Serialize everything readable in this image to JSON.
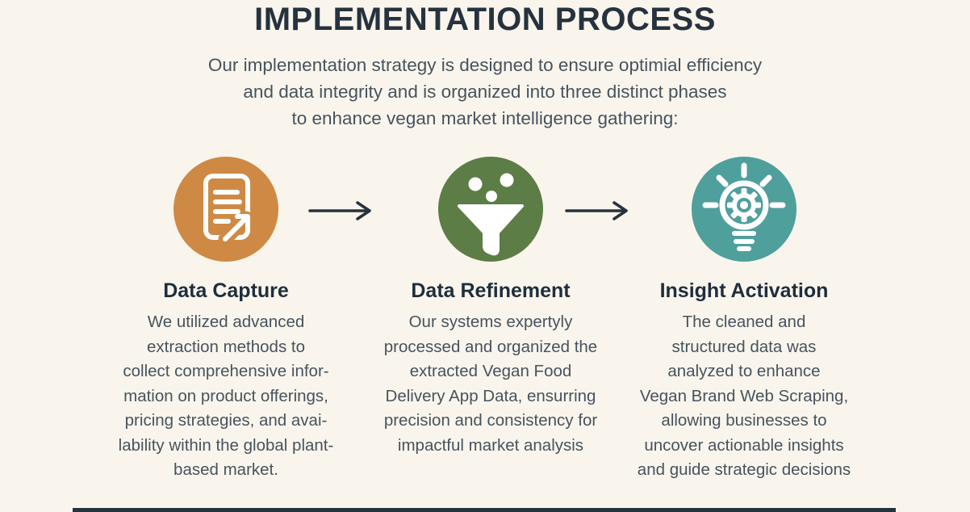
{
  "page": {
    "title": "IMPLEMENTATION PROCESS",
    "subtitle": "Our implementation strategy is designed to ensure optimial efficiency\nand data integrity and is organized into three distinct phases\nto enhance vegan market intelligence gathering:"
  },
  "phases": [
    {
      "heading": "Data Capture",
      "icon": "document-extract-icon",
      "circle_color": "#CE8A45",
      "body": "We utilized advanced\nextraction methods to\ncollect comprehensive infor-\nmation on product offerings,\npricing strategies, and avai-\nlability within the global plant-\nbased market."
    },
    {
      "heading": "Data Refinement",
      "icon": "funnel-icon",
      "circle_color": "#5C7D45",
      "body": "Our systems expertyly\nprocessed and organized the\nextracted Vegan Food\nDelivery App Data, ensurring\nprecision and consistency for\nimpactful market analysis"
    },
    {
      "heading": "Insight Activation",
      "icon": "lightbulb-gear-icon",
      "circle_color": "#4F9F9D",
      "body": "The cleaned and\nstructured data was\nanalyzed to enhance\nVegan Brand Web Scraping,\nallowing businesses to\nuncover actionable insights\nand guide strategic decisions"
    }
  ],
  "colors": {
    "background": "#F9F5EC",
    "title_text": "#26323E",
    "heading_text": "#1F2E3D",
    "body_text": "#46535F",
    "arrow": "#26323E",
    "bottom_bar": "#26323E",
    "icon_glyph": "#FFFFFF"
  }
}
